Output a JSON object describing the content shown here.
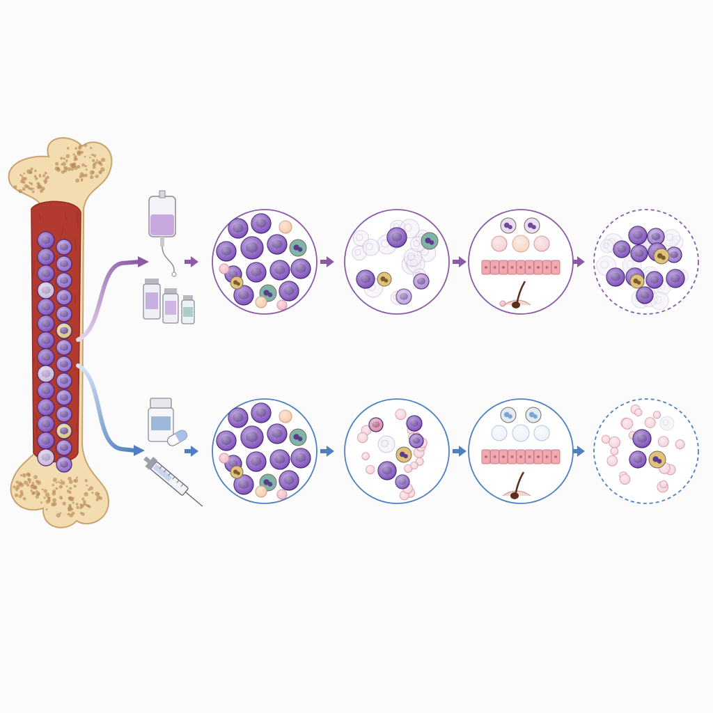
{
  "colors": {
    "background": "#fbfbfc",
    "bone_shell": "#f3dcb0",
    "bone_outline": "#c9a270",
    "spongy_bone": "#b88a58",
    "marrow": "#b33a2e",
    "marrow_dark": "#8e2a22",
    "blast_cell": "#7a4ab8",
    "blast_nucleus": "#4a2486",
    "top_path": "#8a5aa6",
    "bottom_path": "#4f7fbf",
    "ghost_cell": "#d9cce6",
    "rbc": "#e6a3ad",
    "epithelium": "#f0a9b0",
    "hair_follicle": "#5a2f1e",
    "neutral_cell": "#f6c9a8",
    "teal_cell": "#7fb5a8",
    "yellow_cell": "#e0c27a"
  },
  "icons": {
    "top": [
      "iv-bag-icon",
      "vial-icon",
      "vial-icon",
      "vial-icon"
    ],
    "bottom": [
      "pill-bottle-icon",
      "capsule-icon",
      "syringe-icon"
    ]
  },
  "pathways": [
    {
      "id": "top",
      "color": "#8a5aa6",
      "stages": [
        {
          "kind": "leukemic-marrow",
          "outline": "solid"
        },
        {
          "kind": "partial-kill",
          "outline": "solid"
        },
        {
          "kind": "off-target-toxicity",
          "outline": "solid"
        },
        {
          "kind": "relapse",
          "outline": "dashed"
        }
      ]
    },
    {
      "id": "bottom",
      "color": "#4f7fbf",
      "stages": [
        {
          "kind": "leukemic-marrow",
          "outline": "solid"
        },
        {
          "kind": "selective-kill",
          "outline": "solid"
        },
        {
          "kind": "spared-tissue",
          "outline": "solid"
        },
        {
          "kind": "deep-remission",
          "outline": "dashed"
        }
      ]
    }
  ]
}
